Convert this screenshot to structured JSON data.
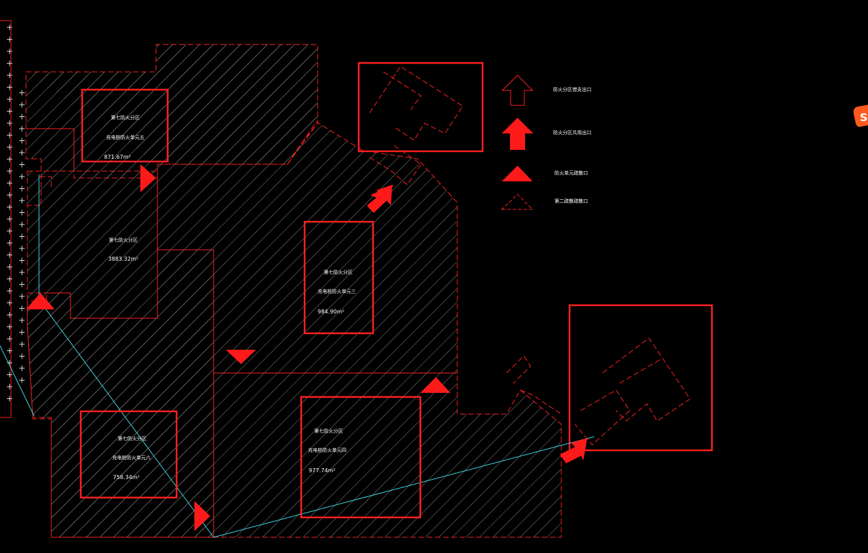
{
  "drawing": {
    "background": "#000000",
    "line_color": "#ff2020",
    "guide_color": "#3fd6e6",
    "zones": [
      {
        "name": "第七防火分区",
        "subtitle": "充电桩防火单元五",
        "area": "871.67m²"
      },
      {
        "name": "第七防火分区",
        "subtitle": "",
        "area": "3883.32m²"
      },
      {
        "name": "第七防火分区",
        "subtitle": "充电桩防火单元三",
        "area": "984.90m²"
      },
      {
        "name": "第七防火分区",
        "subtitle": "充电桩防火单元六",
        "area": "758.34m²"
      },
      {
        "name": "第七防火分区",
        "subtitle": "充电桩防火单元四",
        "area": "977.74m²"
      }
    ]
  },
  "legend": {
    "items": [
      {
        "label": "防火分区借支出口",
        "icon": "outline-arrow-up-icon"
      },
      {
        "label": "防火分区共用出口",
        "icon": "solid-arrow-up-icon"
      },
      {
        "label": "防火单元疏散口",
        "icon": "solid-triangle-icon"
      },
      {
        "label": "第二疏散疏散口",
        "icon": "outline-triangle-icon"
      }
    ]
  },
  "badge": {
    "text": "S",
    "color": "#ff5a1f"
  }
}
